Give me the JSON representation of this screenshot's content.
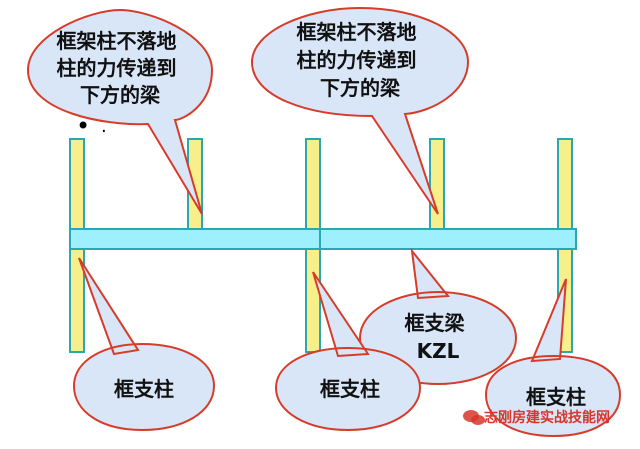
{
  "colors": {
    "column_fill": "#f6ef8a",
    "column_stroke": "#2aa7b0",
    "beam_fill": "#9ff0ff",
    "beam_stroke": "#2aa7b0",
    "bubble_fill": "#d8e6f8",
    "bubble_stroke": "#d63c2a",
    "text": "#111111",
    "watermark": "#d6372b"
  },
  "callouts": {
    "top_left": {
      "lines": [
        "框架柱不落地",
        "柱的力传递到",
        "下方的梁"
      ]
    },
    "top_right": {
      "lines": [
        "框架柱不落地",
        "柱的力传递到",
        "下方的梁"
      ]
    },
    "bottom_left": {
      "lines": [
        "框支柱"
      ]
    },
    "bottom_mid": {
      "lines": [
        "框支柱"
      ]
    },
    "beam": {
      "lines": [
        "框支梁",
        "KZL"
      ]
    },
    "bottom_right": {
      "lines": [
        "框支柱"
      ]
    }
  },
  "markers": {
    "dot1": "•",
    "dot2": "·"
  },
  "watermark": {
    "text": "志刚房建实战技能网",
    "icon": "wechat-icon"
  }
}
